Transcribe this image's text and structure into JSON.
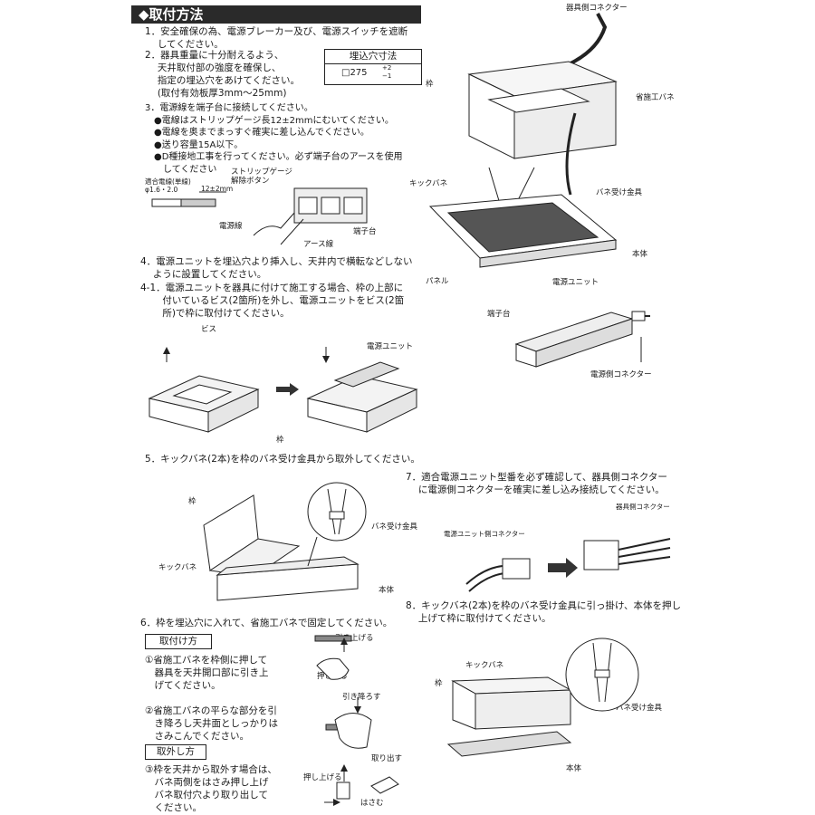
{
  "header": {
    "title": "◆取付方法"
  },
  "steps": {
    "s1": "1．安全確保の為、電源ブレーカー及び、電源スイッチを遮断\n　 してください。",
    "s2": "2．器具重量に十分耐えるよう、\n　 天井取付部の強度を確保し、\n　 指定の埋込穴をあけてください。\n　 (取付有効板厚3mm〜25mm)",
    "s3": "3．電源線を端子台に接続してください。\n　●電線はストリップゲージ長12±2mmにむいてください。\n　●電線を奥までまっすぐ確実に差し込んでください。\n　●送り容量15A以下。\n　●D種接地工事を行ってください。必ず端子台のアースを使用\n　　してください",
    "s4": "4．電源ユニットを埋込穴より挿入し、天井内で横転などしない\n　 ように設置してください。",
    "s41": "4-1．電源ユニットを器具に付けて施工する場合、枠の上部に\n　　 付いているビス(2箇所)を外し、電源ユニットをビス(2箇\n　　 所)で枠に取付けてください。",
    "s5": "5．キックバネ(2本)を枠のバネ受け金具から取外してください。",
    "s6": "6．枠を埋込穴に入れて、省施工バネで固定してください。",
    "s7": "7．適合電源ユニット型番を必ず確認して、器具側コネクター\n　 に電源側コネクターを確実に差し込み接続してください。",
    "s8": "8．キックバネ(2本)を枠のバネ受け金具に引っ掛け、本体を押し\n　 上げて枠に取付けてください。"
  },
  "cutout": {
    "title": "埋込穴寸法",
    "value": "□275",
    "tol_plus": "+2",
    "tol_minus": "−1"
  },
  "wire_diagram": {
    "wire_spec": "適合電線(単線)\nφ1.6・2.0",
    "strip_len": "12±2mm",
    "strip_gauge": "ストリップゲージ",
    "release_button": "解除ボタン",
    "power_wire": "電源線",
    "terminal_block": "端子台",
    "earth_wire": "アース線"
  },
  "main_diagram": {
    "fixture_connector": "器具側コネクター",
    "frame": "枠",
    "spring": "省施工バネ",
    "kick_spring": "キックバネ",
    "spring_bracket": "バネ受け金具",
    "body": "本体",
    "panel": "パネル",
    "power_unit": "電源ユニット",
    "terminal_block": "端子台",
    "power_connector": "電源側コネクター"
  },
  "step41_diagram": {
    "screw": "ビス",
    "power_unit": "電源ユニット",
    "frame": "枠"
  },
  "step5_diagram": {
    "frame": "枠",
    "kick_spring": "キックバネ",
    "body": "本体",
    "spring_bracket": "バネ受け金具"
  },
  "step7_diagram": {
    "unit_connector": "電源ユニット側コネクター",
    "fixture_connector": "器具側コネクター"
  },
  "install": {
    "heading": "取付け方",
    "i1": "①省施工バネを枠側に押して\n　器具を天井開口部に引き上\n　げてください。",
    "i2": "②省施工バネの平らな部分を引\n　き降ろし天井面としっかりは\n　さみこんでください。",
    "pull_up": "引き上げる",
    "press": "押さえる",
    "pull_down": "引き降ろす"
  },
  "removal": {
    "heading": "取外し方",
    "r1": "③枠を天井から取外す場合は、\n　バネ両側をはさみ押し上げ\n　バネ取付穴より取り出して\n　ください。",
    "take_out": "取り出す",
    "push_up": "押し上げる",
    "pinch": "はさむ"
  },
  "step8_diagram": {
    "kick_spring": "キックバネ",
    "frame": "枠",
    "spring_bracket": "バネ受け金具",
    "body": "本体"
  }
}
